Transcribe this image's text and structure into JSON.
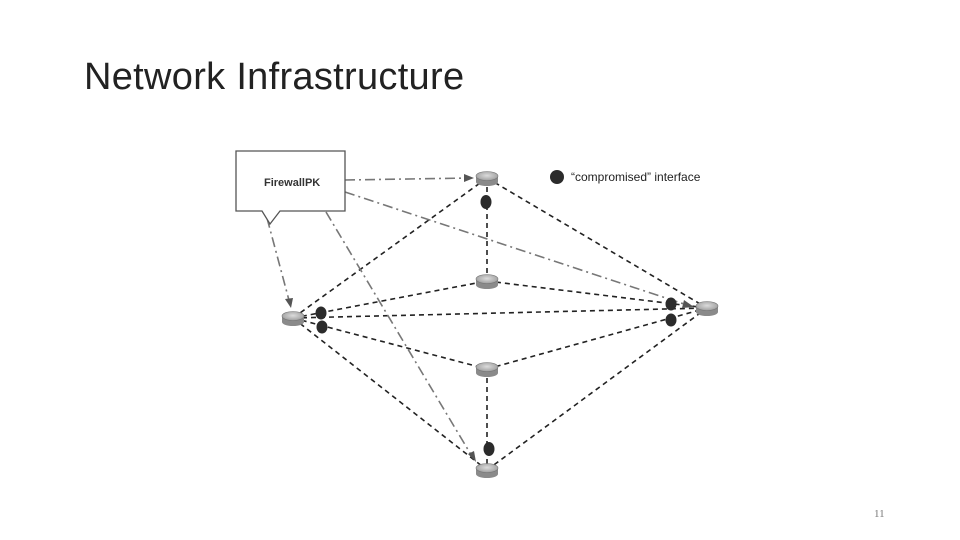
{
  "slide": {
    "title": "Network Infrastructure",
    "page_number": "11"
  },
  "diagram": {
    "callout_label": "FirewallPK",
    "legend_label": "“compromised” interface",
    "colors": {
      "link": "#222222",
      "control_link": "#777777",
      "router_body": "#b9b9b9",
      "router_dark": "#8a8a8a",
      "compromised": "#2b2b2b"
    }
  }
}
